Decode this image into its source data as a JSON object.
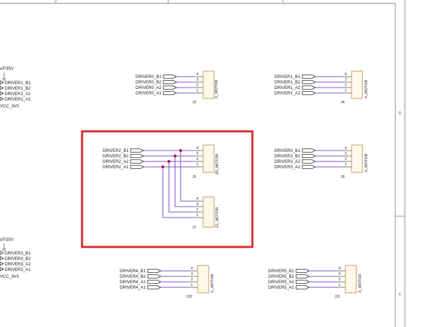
{
  "frame": {
    "marks": {
      "top_left": "2",
      "top_right": "1",
      "right_1": "D",
      "right_2": "C"
    }
  },
  "left_fragments": [
    {
      "cap_value": "uF/35V",
      "nets": [
        "DRIVER1_B1",
        "DRIVER1_B2",
        "DRIVER1_A2",
        "DRIVER1_A1"
      ],
      "power": "VCC_3V3"
    },
    {
      "cap_value": "uF/35V",
      "nets": [
        "DRIVER3_B1",
        "DRIVER3_B2",
        "DRIVER3_A2",
        "DRIVER3_A1"
      ],
      "power": "VCC_3V3"
    }
  ],
  "connectors": [
    {
      "ref": "J3",
      "value": "X_MOTOR",
      "nets": [
        "DRIVER0_B1",
        "DRIVER0_B2",
        "DRIVER0_A2",
        "DRIVER0_A1"
      ],
      "pins": [
        "4",
        "3",
        "2",
        "1"
      ]
    },
    {
      "ref": "J4",
      "value": "X_MOTOR",
      "nets": [
        "DRIVER1_B1",
        "DRIVER1_B2",
        "DRIVER1_A2",
        "DRIVER1_A1"
      ],
      "pins": [
        "4",
        "3",
        "2",
        "1"
      ]
    },
    {
      "ref": "J5",
      "value": "Z0_MOTOR",
      "nets": [
        "DRIVER2_B1",
        "DRIVER2_B2",
        "DRIVER2_A2",
        "DRIVER2_A1"
      ],
      "pins": [
        "4",
        "3",
        "2",
        "1"
      ]
    },
    {
      "ref": "J7",
      "value": "Z1_MOTOR",
      "nets": [],
      "pins": [
        "4",
        "3",
        "2",
        "1"
      ]
    },
    {
      "ref": "J6",
      "value": "X_MOTOR",
      "nets": [
        "DRIVER3_B1",
        "DRIVER3_B2",
        "DRIVER3_A2",
        "DRIVER3_A1"
      ],
      "pins": [
        "4",
        "3",
        "2",
        "1"
      ]
    },
    {
      "ref": "J10",
      "value": "X_MOTOR",
      "nets": [
        "DRIVER4_B1",
        "DRIVER4_B2",
        "DRIVER4_A2",
        "DRIVER4_A1"
      ],
      "pins": [
        "4",
        "3",
        "2",
        "1"
      ]
    },
    {
      "ref": "J11",
      "value": "X_MOTOR",
      "nets": [
        "DRIVER5_B1",
        "DRIVER5_B2",
        "DRIVER5_A2",
        "DRIVER5_A1"
      ],
      "pins": [
        "4",
        "3",
        "2",
        "1"
      ]
    }
  ],
  "highlight": {
    "color": "#d42a2a"
  },
  "colors": {
    "wire": "#7a52d6",
    "junction": "#c0143c",
    "connector_body": "#c89a5a"
  }
}
